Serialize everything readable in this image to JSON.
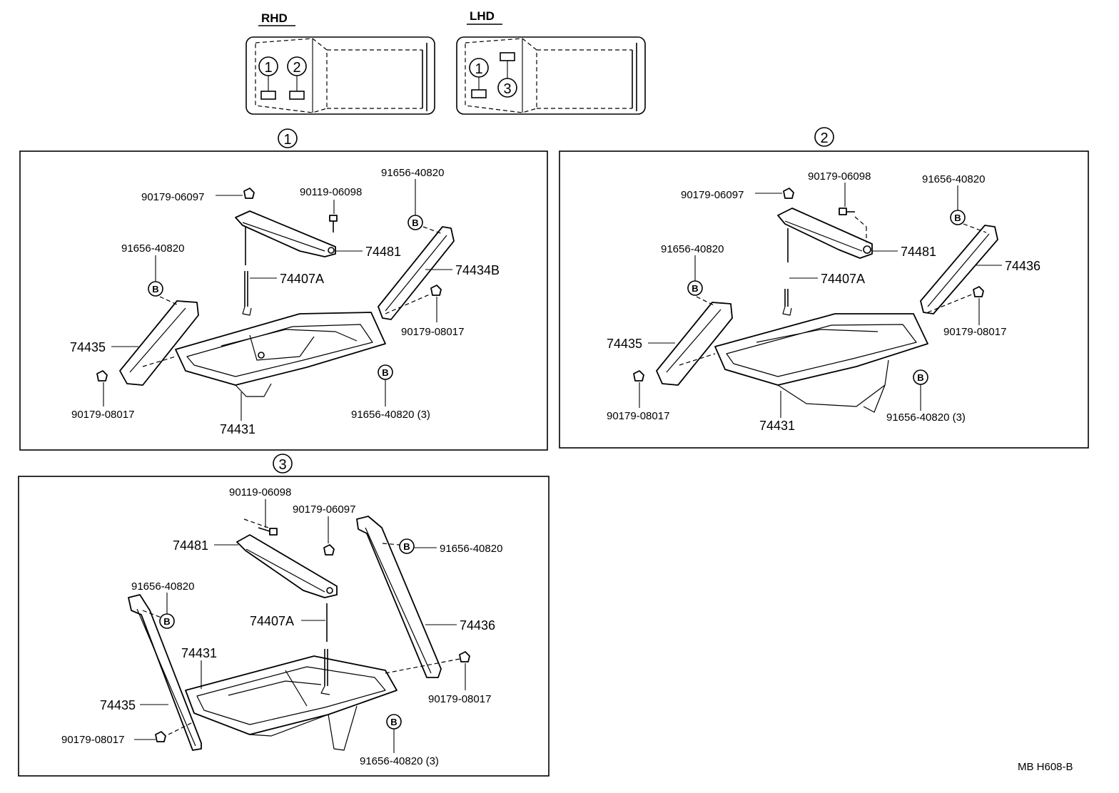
{
  "overview": {
    "rhd": {
      "title": "RHD",
      "markers": [
        "1",
        "2"
      ]
    },
    "lhd": {
      "title": "LHD",
      "markers": [
        "1",
        "3"
      ]
    }
  },
  "panels": [
    {
      "marker": "1",
      "labels": {
        "nut_top": "90179-06097",
        "bolt_top": "90119-06098",
        "clip_right": "91656-40820",
        "clip_left": "91656-40820",
        "hold_down": "74481",
        "rod": "74407A",
        "brace_right": "74434B",
        "nut_right": "90179-08017",
        "brace_left": "74435",
        "nut_left": "90179-08017",
        "tray": "74431",
        "clip_bottom": "91656-40820 (3)"
      }
    },
    {
      "marker": "2",
      "labels": {
        "nut_top": "90179-06097",
        "bolt_top": "90179-06098",
        "clip_right": "91656-40820",
        "clip_left": "91656-40820",
        "hold_down": "74481",
        "rod": "74407A",
        "brace_right": "74436",
        "nut_right": "90179-08017",
        "brace_left": "74435",
        "nut_left": "90179-08017",
        "tray": "74431",
        "clip_bottom": "91656-40820 (3)"
      }
    },
    {
      "marker": "3",
      "labels": {
        "bolt_top": "90119-06098",
        "nut_top": "90179-06097",
        "hold_down": "74481",
        "clip_right": "91656-40820",
        "clip_left": "91656-40820",
        "rod": "74407A",
        "brace_right": "74436",
        "tray": "74431",
        "nut_right": "90179-08017",
        "brace_left": "74435",
        "nut_left": "90179-08017",
        "clip_bottom": "91656-40820 (3)"
      }
    }
  ],
  "clip_symbol": "B",
  "footer": "MB  H608-B"
}
